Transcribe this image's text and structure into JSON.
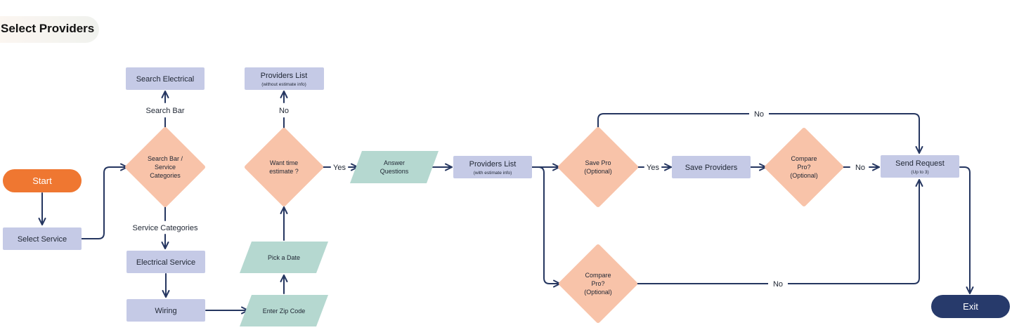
{
  "page": {
    "title": "Select Providers"
  },
  "colors": {
    "start": "#ef7731",
    "exit": "#273a6b",
    "process": "#c5cae6",
    "decision": "#f8c3a9",
    "io": "#b5d8d0",
    "connector": "#253660"
  },
  "nodes": {
    "start": "Start",
    "select_service": "Select Service",
    "search_category_decision": [
      "Search Bar /",
      "Service",
      "Categories"
    ],
    "search_electrical": "Search Electrical",
    "electrical_service": "Electrical Service",
    "wiring": "Wiring",
    "enter_zip": "Enter Zip Code",
    "pick_date": "Pick a Date",
    "time_estimate_decision": [
      "Want time",
      "estimate ?"
    ],
    "providers_list_no_estimate": {
      "title": "Providers List",
      "subtitle": "(without estimate info)"
    },
    "answer_questions": [
      "Answer",
      "Questions"
    ],
    "providers_list_estimate": {
      "title": "Providers List",
      "subtitle": "(with estimate info)"
    },
    "save_pro_decision": [
      "Save Pro",
      "(Optional)"
    ],
    "save_providers": "Save Providers",
    "compare_pro_top_decision": [
      "Compare",
      "Pro?",
      "(Optional)"
    ],
    "compare_pro_bottom_decision": [
      "Compare",
      "Pro?",
      "(Optional)"
    ],
    "send_request": {
      "title": "Send Request",
      "subtitle": "(Up to 3)"
    },
    "exit": "Exit"
  },
  "edge_labels": {
    "search_bar": "Search Bar",
    "service_categories": "Service Categories",
    "estimate_no": "No",
    "estimate_yes": "Yes",
    "save_yes": "Yes",
    "compare_top_no": "No",
    "save_pro_no": "No",
    "compare_bottom_no": "No"
  }
}
